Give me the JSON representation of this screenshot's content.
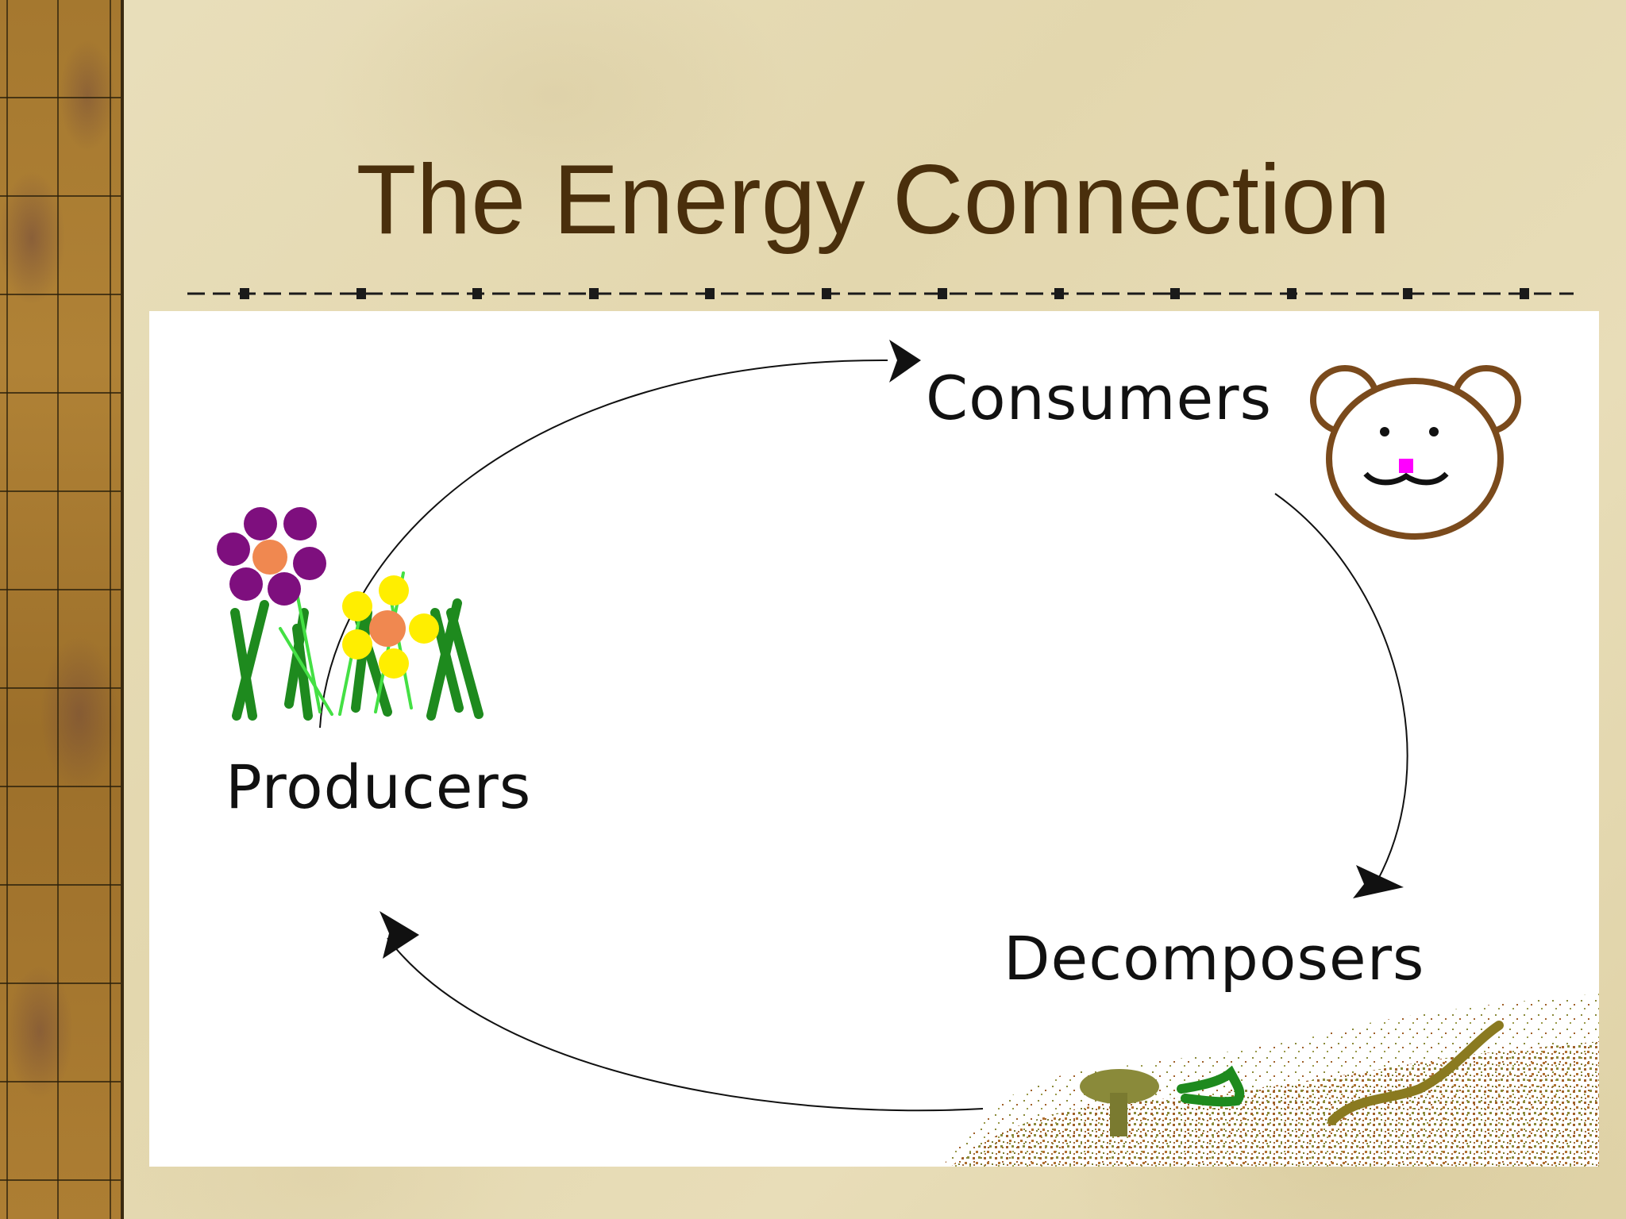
{
  "slide": {
    "title": "The Energy Connection"
  },
  "diagram": {
    "nodes": {
      "consumers": "Consumers",
      "producers": "Producers",
      "decomposers": "Decomposers"
    }
  },
  "colors": {
    "title": "#4a2f0c",
    "background": "#e6dbb5",
    "strip": "#a5782f",
    "bear": "#7a4a1c",
    "bear_nose": "#ff00ff",
    "flower_purple": "#7e0f7e",
    "flower_yellow": "#ffee00",
    "flower_center": "#f08850",
    "grass_dark": "#1e8a1e",
    "grass_light": "#44e044",
    "soil": "#a0602a",
    "mushroom": "#8a8a3a"
  }
}
